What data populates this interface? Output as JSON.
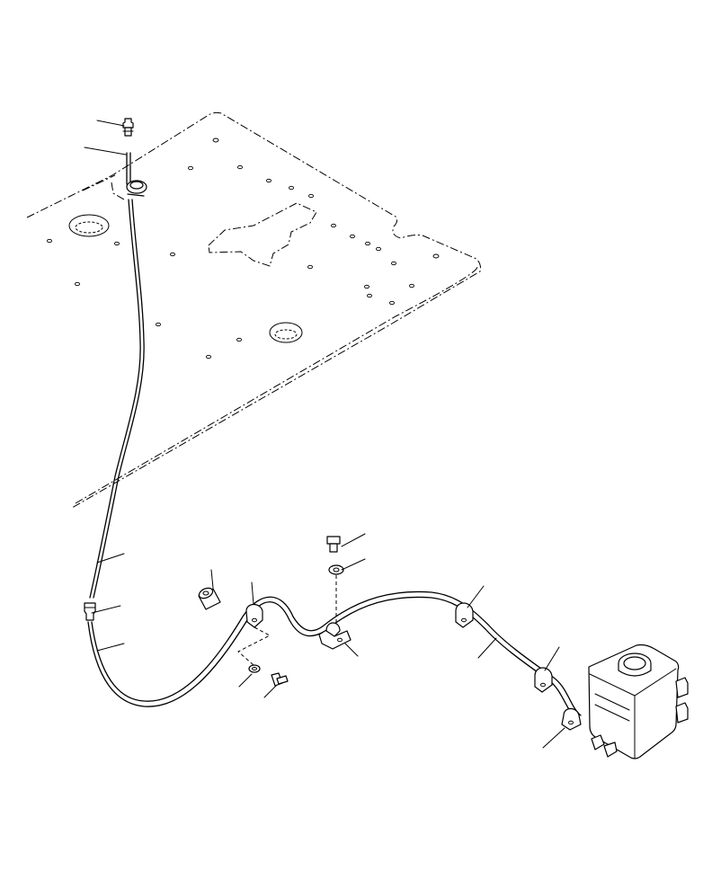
{
  "diagram": {
    "parts": [
      {
        "id": "nozzle",
        "name": "washer-nozzle"
      },
      {
        "id": "nozzle-pipe",
        "name": "nozzle-pipe"
      },
      {
        "id": "floor-plate",
        "name": "floor-plate"
      },
      {
        "id": "upper-hose",
        "name": "washer-hose-upper"
      },
      {
        "id": "joint",
        "name": "hose-joint"
      },
      {
        "id": "lower-hose",
        "name": "washer-hose-lower"
      },
      {
        "id": "spacer",
        "name": "spacer"
      },
      {
        "id": "clip-1",
        "name": "hose-clip"
      },
      {
        "id": "washer-1",
        "name": "washer"
      },
      {
        "id": "bolt-1",
        "name": "bolt"
      },
      {
        "id": "bolt-2",
        "name": "bolt"
      },
      {
        "id": "washer-2",
        "name": "washer"
      },
      {
        "id": "clamp",
        "name": "hose-clamp"
      },
      {
        "id": "clip-2",
        "name": "hose-clip"
      },
      {
        "id": "hose-3",
        "name": "washer-hose"
      },
      {
        "id": "clip-3",
        "name": "hose-clip"
      },
      {
        "id": "clip-4",
        "name": "hose-clip"
      },
      {
        "id": "tank",
        "name": "washer-tank"
      }
    ]
  }
}
